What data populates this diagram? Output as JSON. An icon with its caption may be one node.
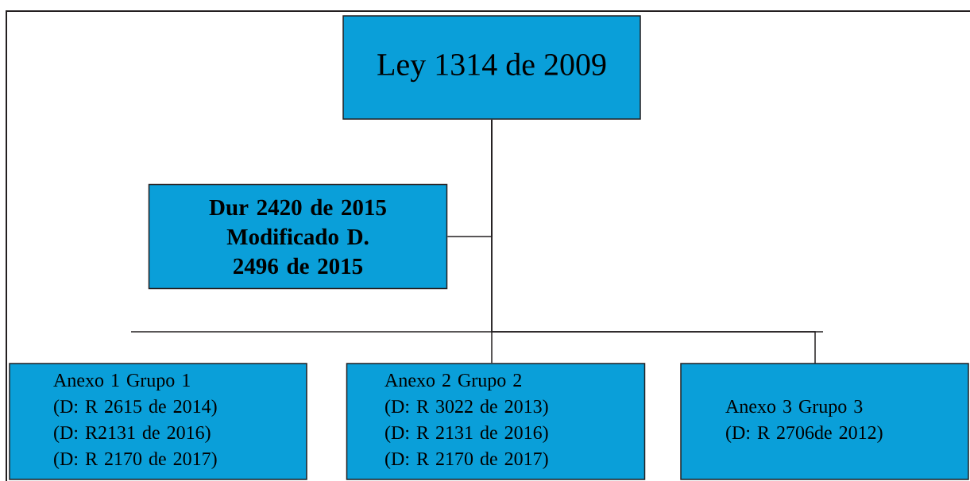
{
  "diagram": {
    "nodes": [
      {
        "text": [
          "Ley 1314 de 2009"
        ]
      },
      {
        "text": [
          "Dur 2420 de 2015 Modificado D. 2496 de 2015"
        ]
      },
      {
        "text": [
          "Anexo 1 Grupo 1",
          "(D: R 2615 de 2014)",
          "(D: R2131 de 2016)",
          "(D: R 2170 de 2017)"
        ]
      },
      {
        "text": [
          "Anexo 2 Grupo 2",
          "(D: R 3022 de 2013)",
          "(D: R 2131 de 2016)",
          "(D: R 2170 de 2017)"
        ]
      },
      {
        "text": [
          "Anexo 3 Grupo 3",
          "(D: R 2706de 2012)"
        ]
      }
    ],
    "edges": [
      {
        "from": 0,
        "to": 1,
        "arrow": "none"
      },
      {
        "from": 0,
        "to": 3,
        "arrow": "none"
      },
      {
        "from": 0,
        "to": 4,
        "arrow": "none"
      }
    ]
  }
}
